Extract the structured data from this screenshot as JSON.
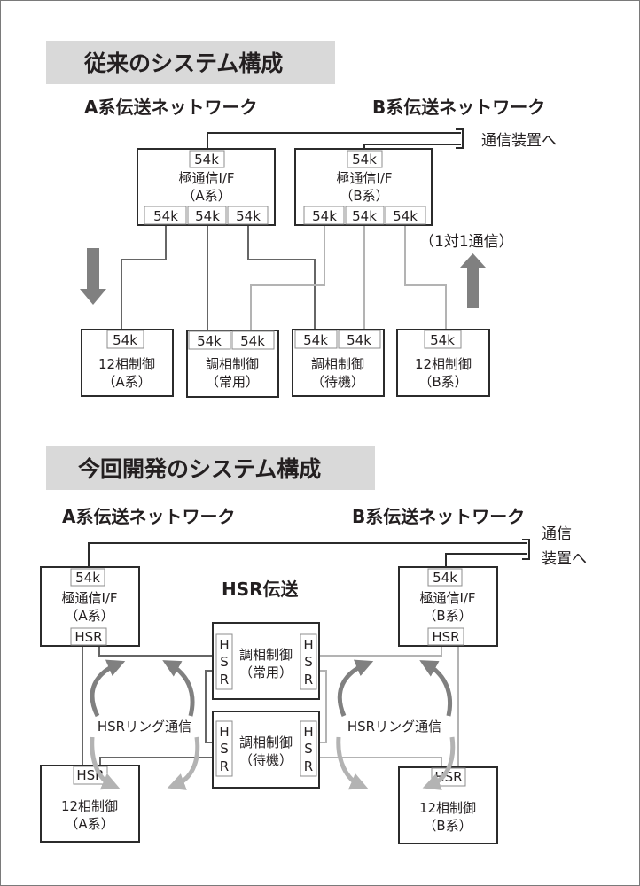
{
  "colors": {
    "title_bg": "#d9d9d9",
    "a_line": "#666666",
    "b_line": "#b3b3b3",
    "box_border": "#2b2b2b",
    "arrow": "#808080"
  },
  "section1": {
    "title": "従来のシステム構成",
    "network_a": "A系伝送ネットワーク",
    "network_b": "B系伝送ネットワーク",
    "to_comm_device": "通信装置へ",
    "one_to_one": "（1対1通信）",
    "if_a": {
      "top_port": "54k",
      "line1": "極通信I/F",
      "line2": "（A系）",
      "ports": [
        "54k",
        "54k",
        "54k"
      ]
    },
    "if_b": {
      "top_port": "54k",
      "line1": "極通信I/F",
      "line2": "（B系）",
      "ports": [
        "54k",
        "54k",
        "54k"
      ]
    },
    "devices": [
      {
        "ports": [
          "54k"
        ],
        "line1": "12相制御",
        "line2": "（A系）"
      },
      {
        "ports": [
          "54k",
          "54k"
        ],
        "line1": "調相制御",
        "line2": "（常用）"
      },
      {
        "ports": [
          "54k",
          "54k"
        ],
        "line1": "調相制御",
        "line2": "（待機）"
      },
      {
        "ports": [
          "54k"
        ],
        "line1": "12相制御",
        "line2": "（B系）"
      }
    ],
    "arrow_left": "down-arrow-icon",
    "arrow_right": "up-arrow-icon"
  },
  "section2": {
    "title": "今回開発のシステム構成",
    "network_a": "A系伝送ネットワーク",
    "network_b": "B系伝送ネットワーク",
    "to_comm_device_1": "通信",
    "to_comm_device_2": "装置へ",
    "hsr_transmission": "HSR伝送",
    "ring_label": "HSRリング通信",
    "if_a": {
      "top_port": "54k",
      "line1": "極通信I/F",
      "line2": "（A系）",
      "bottom_port": "HSR"
    },
    "if_b": {
      "top_port": "54k",
      "line1": "極通信I/F",
      "line2": "（B系）",
      "bottom_port": "HSR"
    },
    "phase_normal": {
      "line1": "調相制御",
      "line2": "（常用）",
      "port_letters": [
        "H",
        "S",
        "R"
      ]
    },
    "phase_standby": {
      "line1": "調相制御",
      "line2": "（待機）",
      "port_letters": [
        "H",
        "S",
        "R"
      ]
    },
    "ctrl_a": {
      "port": "HSR",
      "line1": "12相制御",
      "line2": "（A系）"
    },
    "ctrl_b": {
      "port": "HSR",
      "line1": "12相制御",
      "line2": "（B系）"
    }
  }
}
